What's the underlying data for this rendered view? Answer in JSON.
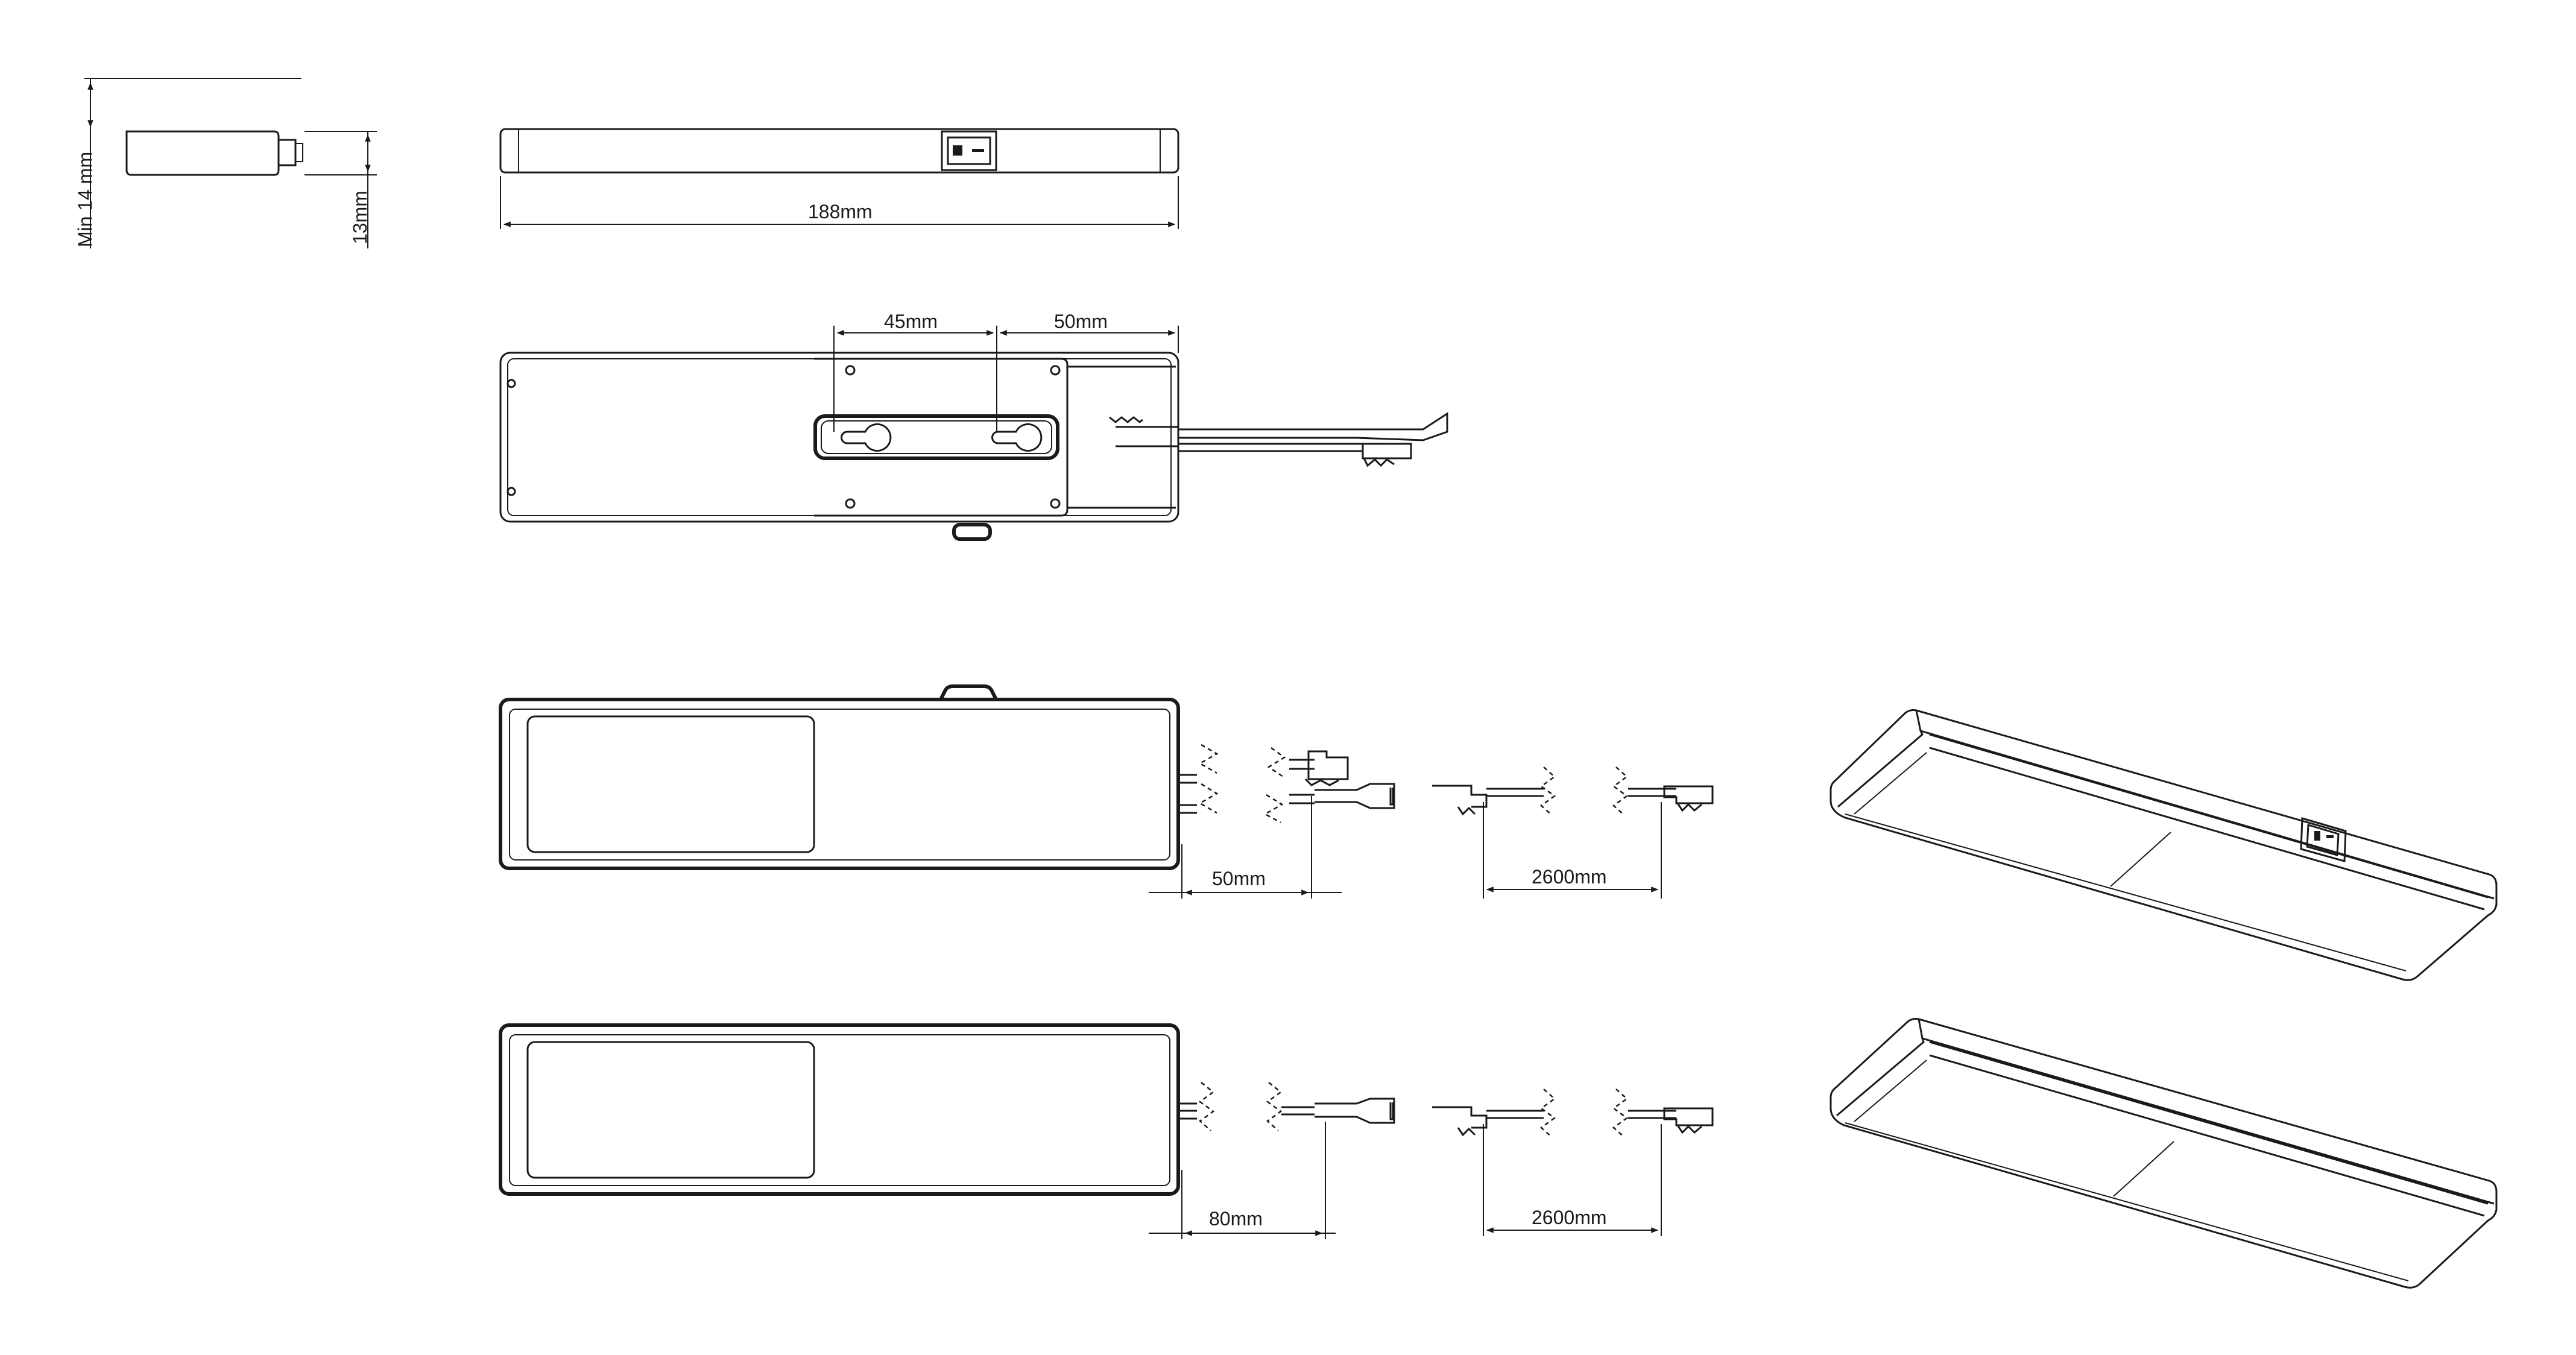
{
  "dimensions": {
    "min_depth": "Min 14 mm",
    "height": "13mm",
    "length": "188mm",
    "keyhole_spacing": "45mm",
    "keyhole_to_end": "50mm",
    "lead_switch_version": "50mm",
    "cable_switch_version": "2600mm",
    "lead_plain_version": "80mm",
    "cable_plain_version": "2600mm"
  },
  "colors": {
    "line": "#1a1a1a",
    "background": "#ffffff"
  }
}
